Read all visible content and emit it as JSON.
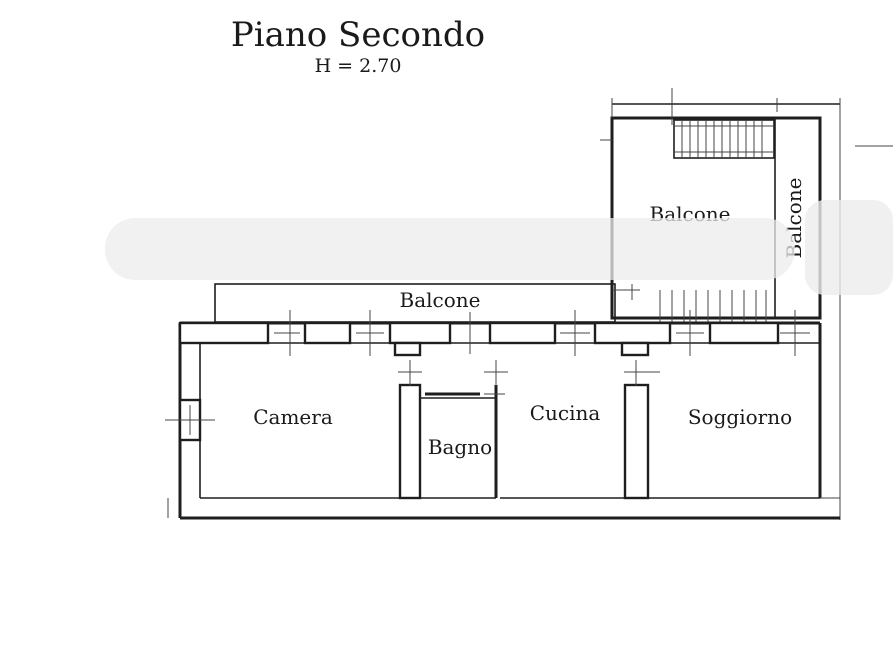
{
  "title": "Piano Secondo",
  "subtitle": "H = 2.70",
  "rooms": {
    "balcone_upper": "Balcone",
    "balcone_side": "Balcone",
    "balcone_front": "Balcone",
    "camera": "Camera",
    "bagno": "Bagno",
    "cucina": "Cucina",
    "soggiorno": "Soggiorno"
  },
  "colors": {
    "ink": "#1e1e1e",
    "paper": "#ffffff",
    "blur_band": "#ececec"
  }
}
